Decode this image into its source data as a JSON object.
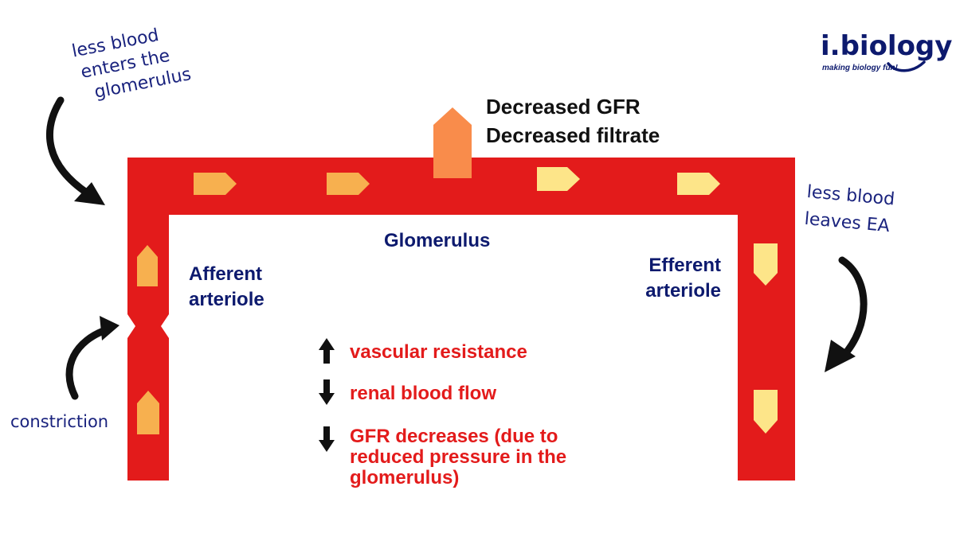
{
  "logo": {
    "name": "i.biology",
    "tagline": "making biology fun!"
  },
  "labels": {
    "less_blood_enters": [
      "less blood",
      "enters the",
      "glomerulus"
    ],
    "less_blood_leaves": [
      "less blood",
      "leaves EA"
    ],
    "constriction": "constriction",
    "glomerulus": "Glomerulus",
    "afferent": [
      "Afferent",
      "arteriole"
    ],
    "efferent": [
      "Efferent",
      "arteriole"
    ],
    "gfr_decreased": "Decreased GFR",
    "filtrate_decreased": "Decreased filtrate"
  },
  "effects": [
    {
      "direction": "up",
      "text": "vascular resistance"
    },
    {
      "direction": "down",
      "text": "renal blood flow"
    },
    {
      "direction": "down",
      "lines": [
        "GFR decreases (due to",
        "reduced pressure in the",
        "glomerulus)"
      ]
    }
  ],
  "colors": {
    "vessel": "#e31b1b",
    "flow_arrow_left": "#f7b04f",
    "flow_arrow_right": "#fde589",
    "filtrate_arrow": "#f98c4b",
    "navy": "#0d1a6e",
    "effect_text": "#e31b1b"
  }
}
